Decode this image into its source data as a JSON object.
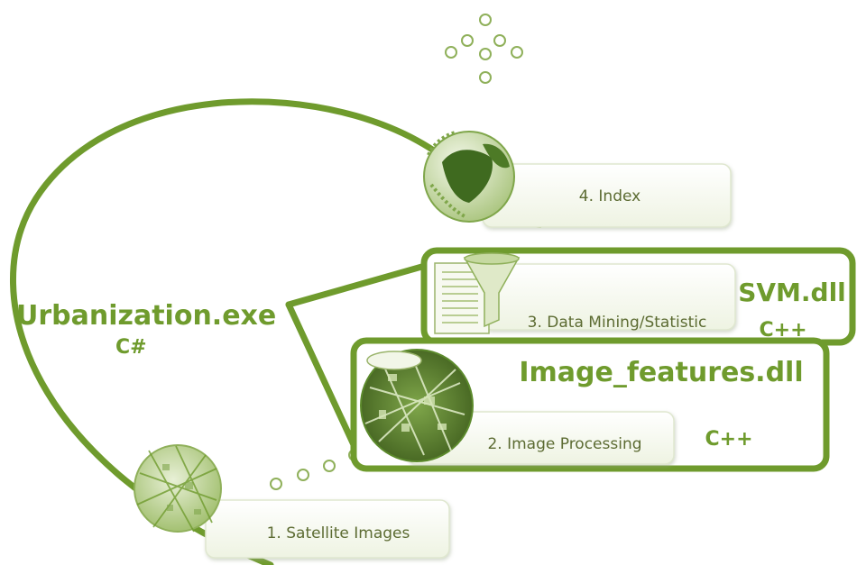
{
  "title": "Urbanization.exe",
  "title_lang": "C#",
  "steps": [
    {
      "label": "1. Satellite Images"
    },
    {
      "label": "2. Image Processing"
    },
    {
      "label": "3. Data Mining/Statistic"
    },
    {
      "label": "4. Index"
    }
  ],
  "modules": {
    "image_features": {
      "name": "Image_features.dll",
      "lang": "C++"
    },
    "svm": {
      "name": "SVM.dll",
      "lang": "C++"
    }
  },
  "icons": {
    "satellite": "satellite-map-icon",
    "processing": "processed-map-icon",
    "mining": "funnel-report-icon",
    "index": "globe-icon",
    "decoration": "dots-cross-icon"
  },
  "colors": {
    "accent": "#6f9b2d",
    "text": "#5c6b32",
    "box_fill": "#f8faf2"
  }
}
